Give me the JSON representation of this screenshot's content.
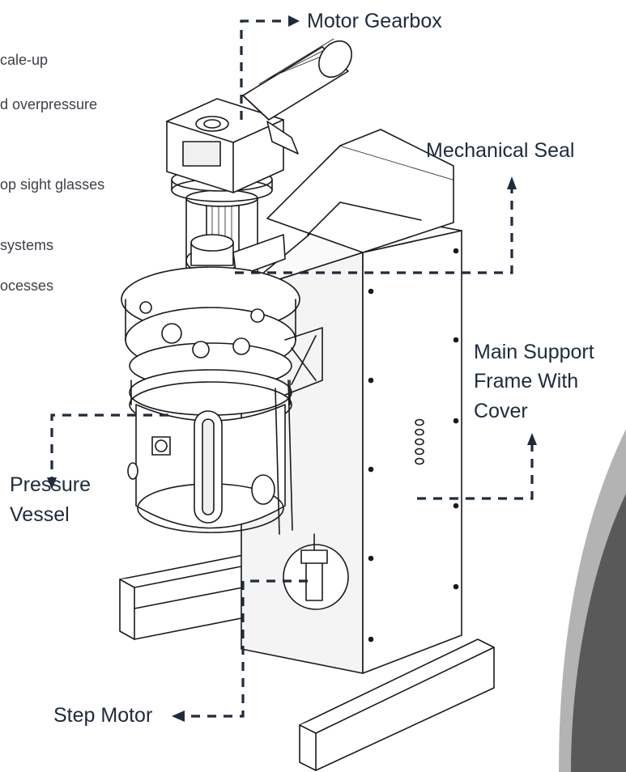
{
  "bullets": [
    "cale-up",
    "d overpressure",
    "op sight glasses",
    "systems",
    "ocesses"
  ],
  "callouts": {
    "motor_gearbox": "Motor Gearbox",
    "mechanical_seal": "Mechanical Seal",
    "main_support": {
      "line1": "Main Support",
      "line2": "Frame With",
      "line3": "Cover"
    },
    "pressure_vessel": {
      "line1": "Pressure",
      "line2": "Vessel"
    },
    "step_motor": "Step Motor"
  },
  "colors": {
    "callout_text": "#1e2b3c",
    "leader_line": "#1e2b3c",
    "bullet_text": "#3c4048",
    "machine_stroke": "#1a1a1a",
    "accent_dark": "#555555",
    "accent_light": "#a6a6a6"
  }
}
